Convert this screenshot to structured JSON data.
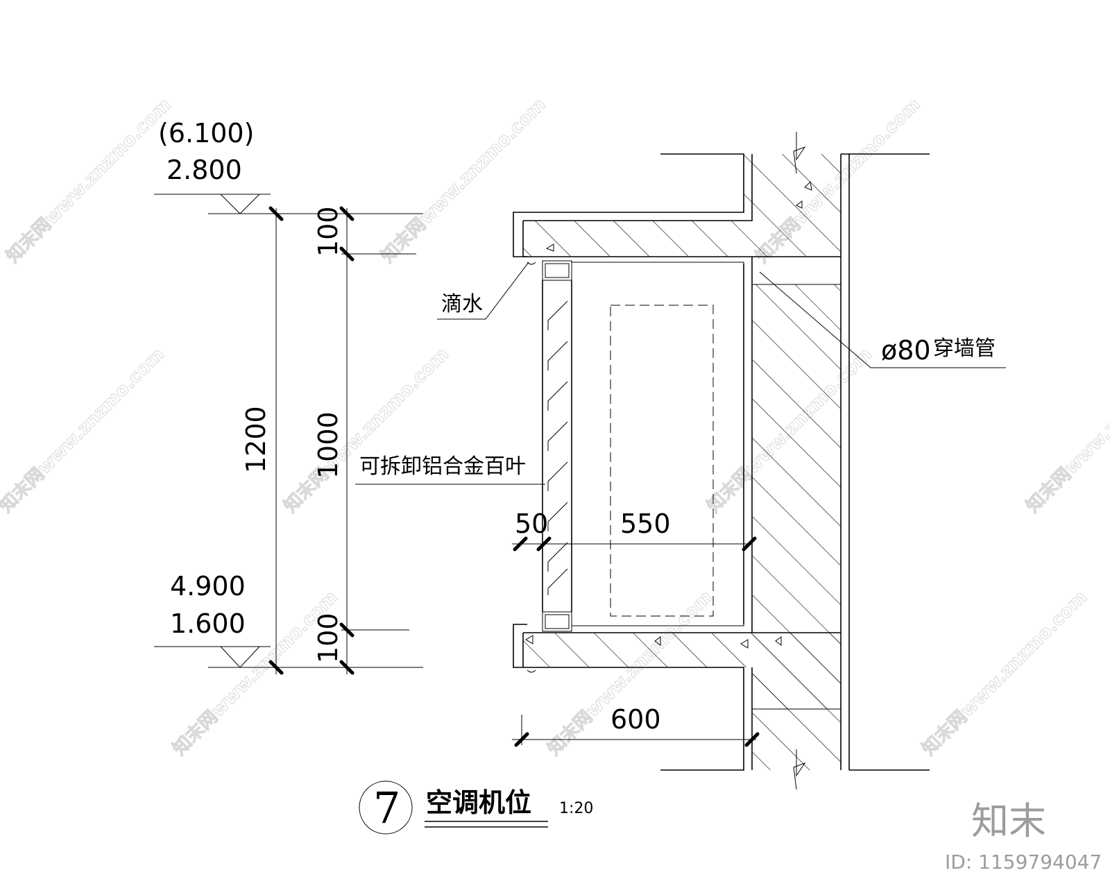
{
  "levels": {
    "top_paren": "(6.100)",
    "top": "2.800",
    "bottom_a": "4.900",
    "bottom_b": "1.600"
  },
  "dimensions": {
    "total_height": "1200",
    "top_offset": "100",
    "opening_height": "1000",
    "bottom_offset": "100",
    "louver_depth": "50",
    "clear_depth": "550",
    "overall_depth": "600"
  },
  "labels": {
    "drip": "滴水",
    "pipe_symbol": "ø80",
    "pipe": "穿墙管",
    "louver": "可拆卸铝合金百叶"
  },
  "title": {
    "number": "7",
    "text": "空调机位",
    "scale": "1:20"
  },
  "watermark": {
    "text": "知末网www.znzmo.com",
    "brand": "知末",
    "id": "ID: 1159794047"
  }
}
